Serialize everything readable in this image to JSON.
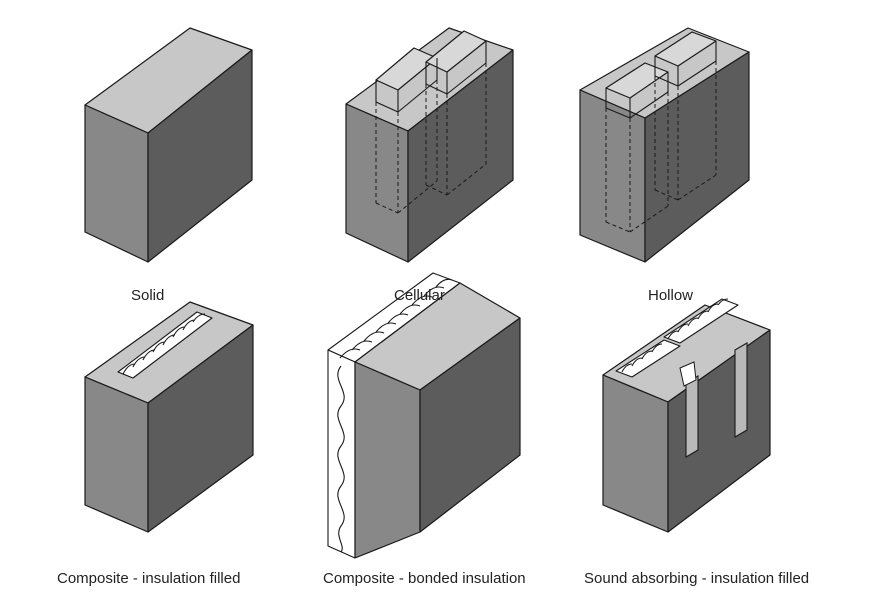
{
  "figure": {
    "captions": {
      "solid": "Solid",
      "cellular": "Cellular",
      "hollow": "Hollow",
      "composite_filled": "Composite - insulation filled",
      "composite_bonded": "Composite - bonded insulation",
      "sound_absorbing": "Sound absorbing - insulation filled"
    }
  }
}
